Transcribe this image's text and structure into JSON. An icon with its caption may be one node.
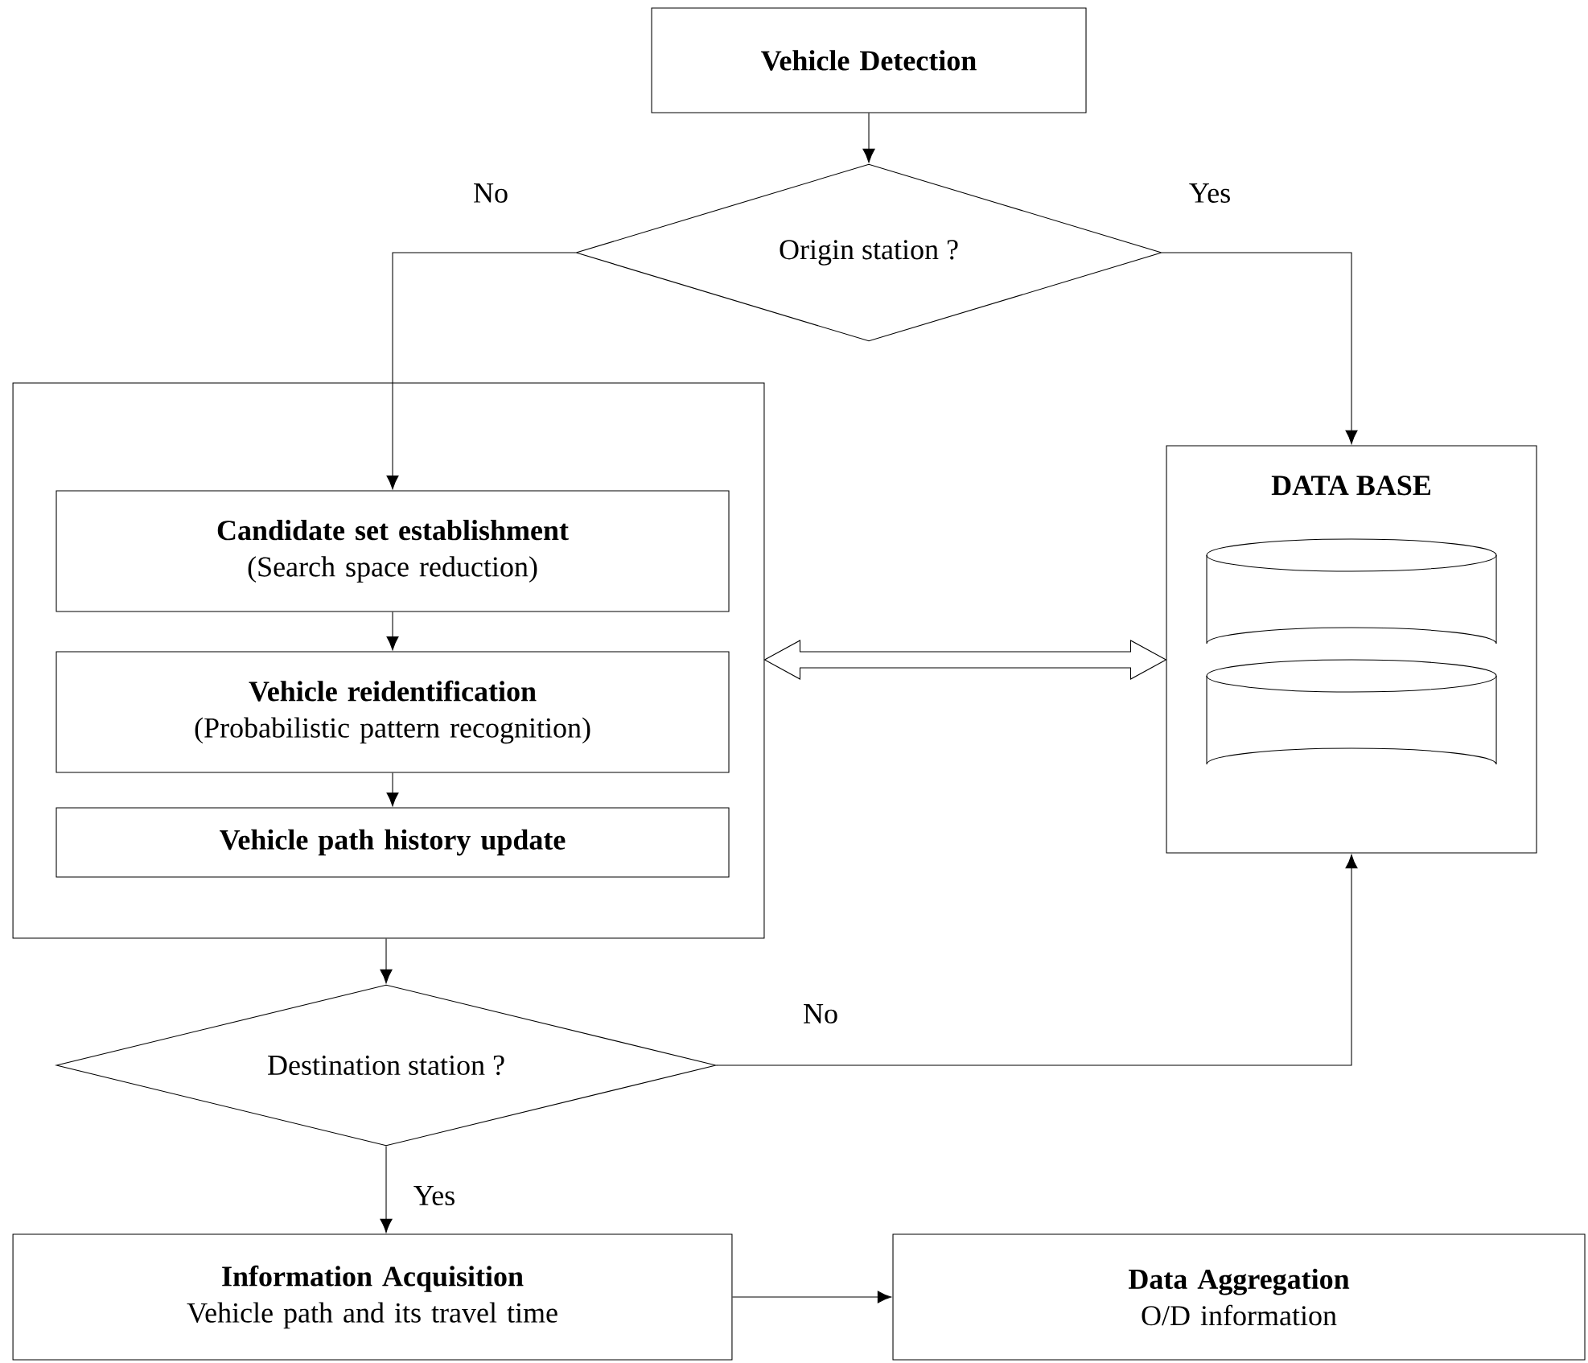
{
  "diagram": {
    "nodes": [
      {
        "text": [
          "Vehicle Detection"
        ]
      },
      {
        "text": [
          "Origin station ?"
        ]
      },
      {
        "text": [],
        "shape": "box"
      },
      {
        "text": [
          "Candidate set establishment",
          "(Search space reduction)"
        ],
        "in": 2
      },
      {
        "text": [
          "Vehicle reidentification",
          "(Probabilistic pattern recognition)"
        ],
        "in": 2
      },
      {
        "text": [
          "Vehicle path history update"
        ],
        "in": 2
      },
      {
        "text": [
          "DATA BASE"
        ]
      },
      {
        "text": [
          "Destination station ?"
        ]
      },
      {
        "text": [
          "Information Acquisition",
          "Vehicle path and its travel time"
        ]
      },
      {
        "text": [
          "Data Aggregation",
          "O/D information"
        ]
      }
    ],
    "edges": [
      {
        "from": 0,
        "to": 1,
        "arrow": "to"
      },
      {
        "from": 1,
        "to": 3,
        "arrow": "to",
        "label": "No"
      },
      {
        "from": 1,
        "to": 6,
        "arrow": "to",
        "label": "Yes"
      },
      {
        "from": 3,
        "to": 4,
        "arrow": "to"
      },
      {
        "from": 4,
        "to": 5,
        "arrow": "to"
      },
      {
        "from": 2,
        "to": 6,
        "arrow": "both",
        "style": "thick"
      },
      {
        "from": 2,
        "to": 7,
        "arrow": "to"
      },
      {
        "from": 7,
        "to": 6,
        "arrow": "to",
        "label": "No"
      },
      {
        "from": 7,
        "to": 8,
        "arrow": "to",
        "label": "Yes"
      },
      {
        "from": 8,
        "to": 9,
        "arrow": "to"
      }
    ]
  }
}
